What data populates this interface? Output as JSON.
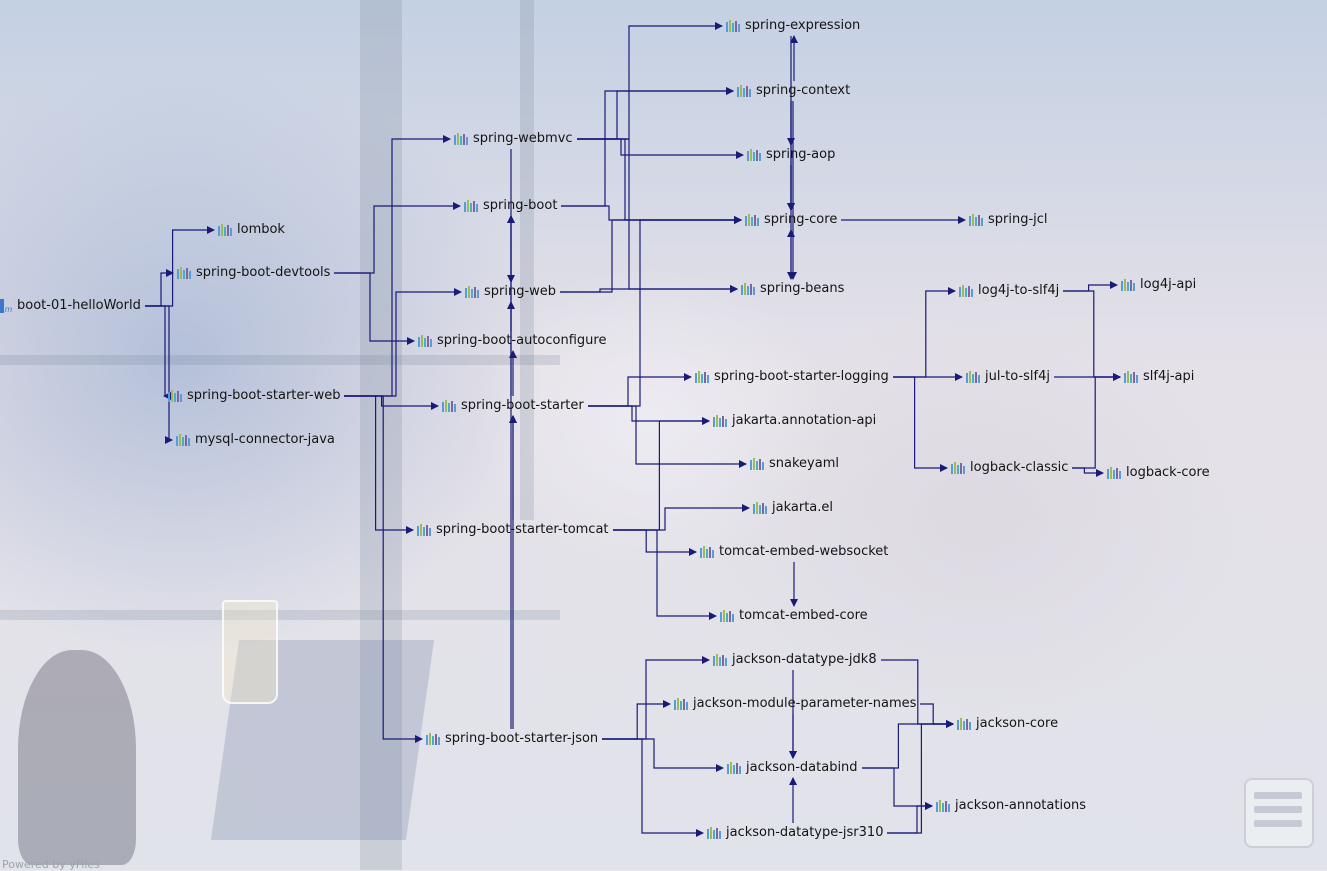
{
  "diagram": {
    "root": "boot-01-helloWorld",
    "nodes": {
      "root": "boot-01-helloWorld",
      "lombok": "lombok",
      "devtools": "spring-boot-devtools",
      "starter_web": "spring-boot-starter-web",
      "mysql": "mysql-connector-java",
      "webmvc": "spring-webmvc",
      "boot": "spring-boot",
      "web": "spring-web",
      "autoconfigure": "spring-boot-autoconfigure",
      "starter": "spring-boot-starter",
      "starter_tomcat": "spring-boot-starter-tomcat",
      "starter_json": "spring-boot-starter-json",
      "expression": "spring-expression",
      "context": "spring-context",
      "aop": "spring-aop",
      "core": "spring-core",
      "beans": "spring-beans",
      "jcl": "spring-jcl",
      "starter_logging": "spring-boot-starter-logging",
      "annotation_api": "jakarta.annotation-api",
      "snakeyaml": "snakeyaml",
      "jakarta_el": "jakarta.el",
      "websocket": "tomcat-embed-websocket",
      "tomcat_core": "tomcat-embed-core",
      "jdk8": "jackson-datatype-jdk8",
      "param_names": "jackson-module-parameter-names",
      "databind": "jackson-databind",
      "jsr310": "jackson-datatype-jsr310",
      "jackson_core": "jackson-core",
      "jackson_annotations": "jackson-annotations",
      "log4j_to_slf4j": "log4j-to-slf4j",
      "jul_to_slf4j": "jul-to-slf4j",
      "logback_classic": "logback-classic",
      "log4j_api": "log4j-api",
      "slf4j_api": "slf4j-api",
      "logback_core": "logback-core"
    },
    "edges": [
      [
        "root",
        "lombok"
      ],
      [
        "root",
        "devtools"
      ],
      [
        "root",
        "starter_web"
      ],
      [
        "root",
        "mysql"
      ],
      [
        "devtools",
        "boot"
      ],
      [
        "devtools",
        "autoconfigure"
      ],
      [
        "starter_web",
        "webmvc"
      ],
      [
        "starter_web",
        "web"
      ],
      [
        "starter_web",
        "starter"
      ],
      [
        "starter_web",
        "starter_tomcat"
      ],
      [
        "starter_web",
        "starter_json"
      ],
      [
        "webmvc",
        "expression"
      ],
      [
        "webmvc",
        "context"
      ],
      [
        "webmvc",
        "aop"
      ],
      [
        "webmvc",
        "core"
      ],
      [
        "webmvc",
        "beans"
      ],
      [
        "webmvc",
        "web"
      ],
      [
        "boot",
        "context"
      ],
      [
        "boot",
        "core"
      ],
      [
        "web",
        "core"
      ],
      [
        "web",
        "beans"
      ],
      [
        "autoconfigure",
        "boot"
      ],
      [
        "starter",
        "boot"
      ],
      [
        "starter",
        "autoconfigure"
      ],
      [
        "starter",
        "starter_logging"
      ],
      [
        "starter",
        "annotation_api"
      ],
      [
        "starter",
        "snakeyaml"
      ],
      [
        "starter",
        "core"
      ],
      [
        "context",
        "expression"
      ],
      [
        "context",
        "aop"
      ],
      [
        "context",
        "core"
      ],
      [
        "context",
        "beans"
      ],
      [
        "aop",
        "core"
      ],
      [
        "aop",
        "beans"
      ],
      [
        "beans",
        "core"
      ],
      [
        "expression",
        "core"
      ],
      [
        "core",
        "jcl"
      ],
      [
        "starter_tomcat",
        "starter"
      ],
      [
        "starter_tomcat",
        "annotation_api"
      ],
      [
        "starter_tomcat",
        "jakarta_el"
      ],
      [
        "starter_tomcat",
        "websocket"
      ],
      [
        "starter_tomcat",
        "tomcat_core"
      ],
      [
        "websocket",
        "tomcat_core"
      ],
      [
        "starter_json",
        "starter"
      ],
      [
        "starter_json",
        "web"
      ],
      [
        "starter_json",
        "jdk8"
      ],
      [
        "starter_json",
        "param_names"
      ],
      [
        "starter_json",
        "databind"
      ],
      [
        "starter_json",
        "jsr310"
      ],
      [
        "jdk8",
        "databind"
      ],
      [
        "jdk8",
        "jackson_core"
      ],
      [
        "param_names",
        "databind"
      ],
      [
        "param_names",
        "jackson_core"
      ],
      [
        "jsr310",
        "databind"
      ],
      [
        "jsr310",
        "jackson_core"
      ],
      [
        "jsr310",
        "jackson_annotations"
      ],
      [
        "databind",
        "jackson_core"
      ],
      [
        "databind",
        "jackson_annotations"
      ],
      [
        "starter_logging",
        "log4j_to_slf4j"
      ],
      [
        "starter_logging",
        "jul_to_slf4j"
      ],
      [
        "starter_logging",
        "logback_classic"
      ],
      [
        "log4j_to_slf4j",
        "log4j_api"
      ],
      [
        "log4j_to_slf4j",
        "slf4j_api"
      ],
      [
        "jul_to_slf4j",
        "slf4j_api"
      ],
      [
        "logback_classic",
        "logback_core"
      ],
      [
        "logback_classic",
        "slf4j_api"
      ]
    ]
  },
  "footer": {
    "text": "Powered by yFiles"
  },
  "colors": {
    "edge": "#1a1a78",
    "icon_bars": [
      "#5b9bd5",
      "#9bbb59",
      "#4bacc6",
      "#8064a2"
    ],
    "root_icon": "#3c78c8"
  },
  "icons": {
    "module": "maven-module-icon",
    "library": "library-bars-icon",
    "overview": "overview-panel-icon"
  }
}
